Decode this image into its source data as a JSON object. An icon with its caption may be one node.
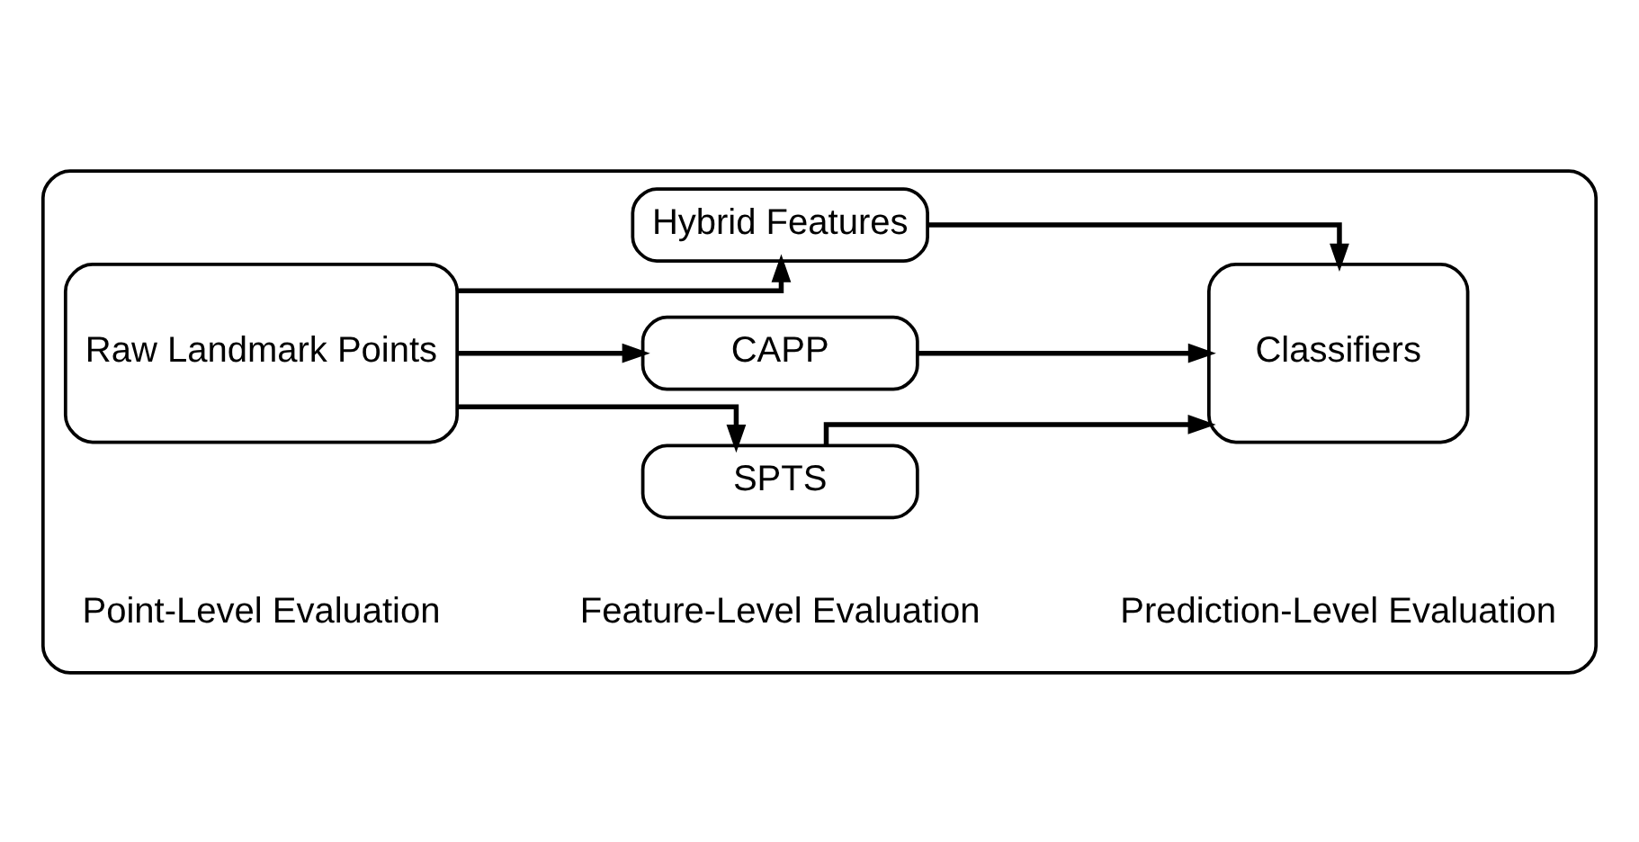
{
  "diagram": {
    "nodes": [
      {
        "text": [],
        "shape": "box"
      },
      {
        "text": [
          "Raw Landmark Points"
        ],
        "in": 0
      },
      {
        "text": [
          "SPTS"
        ],
        "in": 0
      },
      {
        "text": [
          "CAPP"
        ],
        "in": 0
      },
      {
        "text": [
          "Hybrid Features"
        ],
        "in": 0
      },
      {
        "text": [
          "Classifiers"
        ],
        "in": 0
      }
    ],
    "edges": [
      {
        "from": 1,
        "to": 2,
        "arrow": "to"
      },
      {
        "from": 1,
        "to": 3,
        "arrow": "to"
      },
      {
        "from": 1,
        "to": 4,
        "arrow": "to"
      },
      {
        "from": 2,
        "to": 5,
        "arrow": "to"
      },
      {
        "from": 3,
        "to": 5,
        "arrow": "to"
      },
      {
        "from": 4,
        "to": 5,
        "arrow": "to"
      }
    ],
    "labels": [
      "Point-Level Evaluation",
      "Feature-Level Evaluation",
      "Prediction-Level Evaluation"
    ]
  }
}
